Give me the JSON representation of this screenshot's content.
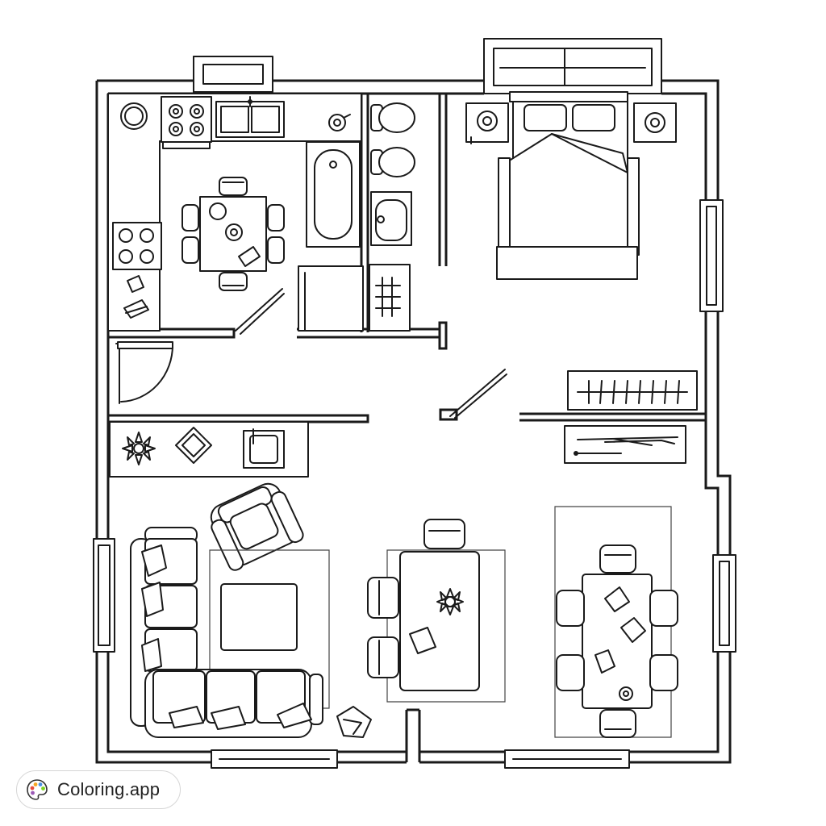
{
  "watermark": {
    "text": "Coloring.app",
    "logo_icon": "palette-icon",
    "logo_colors": [
      "#e94b3c",
      "#f5a623",
      "#4a90e2",
      "#7ed321",
      "#9b59b6"
    ]
  },
  "plan": {
    "line_color": "#1a1a1a",
    "background": "#ffffff",
    "rooms": [
      "kitchen",
      "bathroom",
      "bedroom",
      "hallway",
      "closet",
      "living-room",
      "dining-area"
    ],
    "fixtures": [
      "stove",
      "sink",
      "bathtub",
      "toilet",
      "washbasin",
      "bed",
      "nightstand",
      "sofa",
      "armchair",
      "coffee-table",
      "dining-table",
      "chair",
      "potted-plant",
      "window",
      "door"
    ]
  }
}
